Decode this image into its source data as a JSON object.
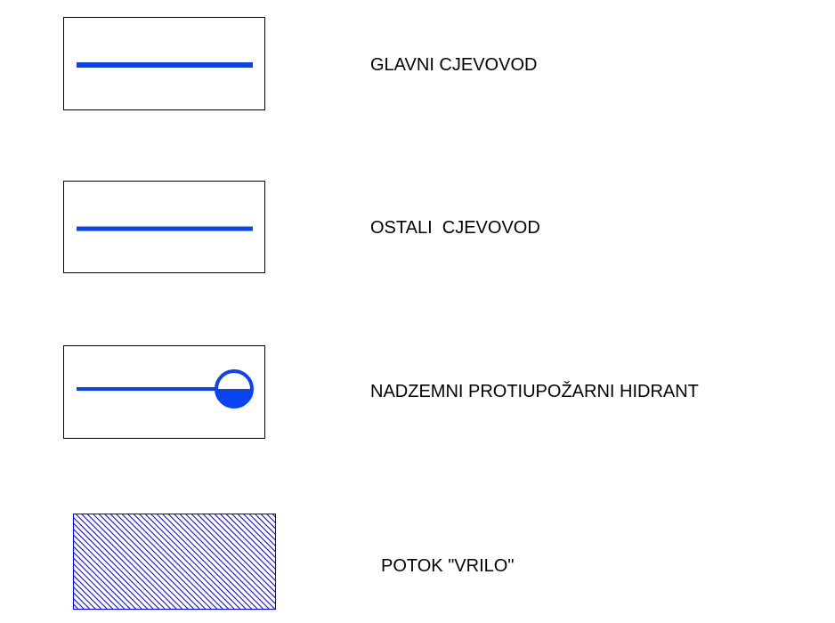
{
  "colors": {
    "pipe": "#0a43f0",
    "box_border": "#000000",
    "hatch": "#0000ff",
    "text": "#000000"
  },
  "legend": {
    "items": [
      {
        "symbol": "main-pipeline-line",
        "label": "GLAVNI CJEVOVOD"
      },
      {
        "symbol": "other-pipeline-line",
        "label": "OSTALI  CJEVOVOD"
      },
      {
        "symbol": "above-ground-hydrant",
        "label": "NADZEMNI PROTIUPOŽARNI HIDRANT"
      },
      {
        "symbol": "stream-hatch",
        "label": "POTOK \"VRILO\""
      }
    ]
  }
}
